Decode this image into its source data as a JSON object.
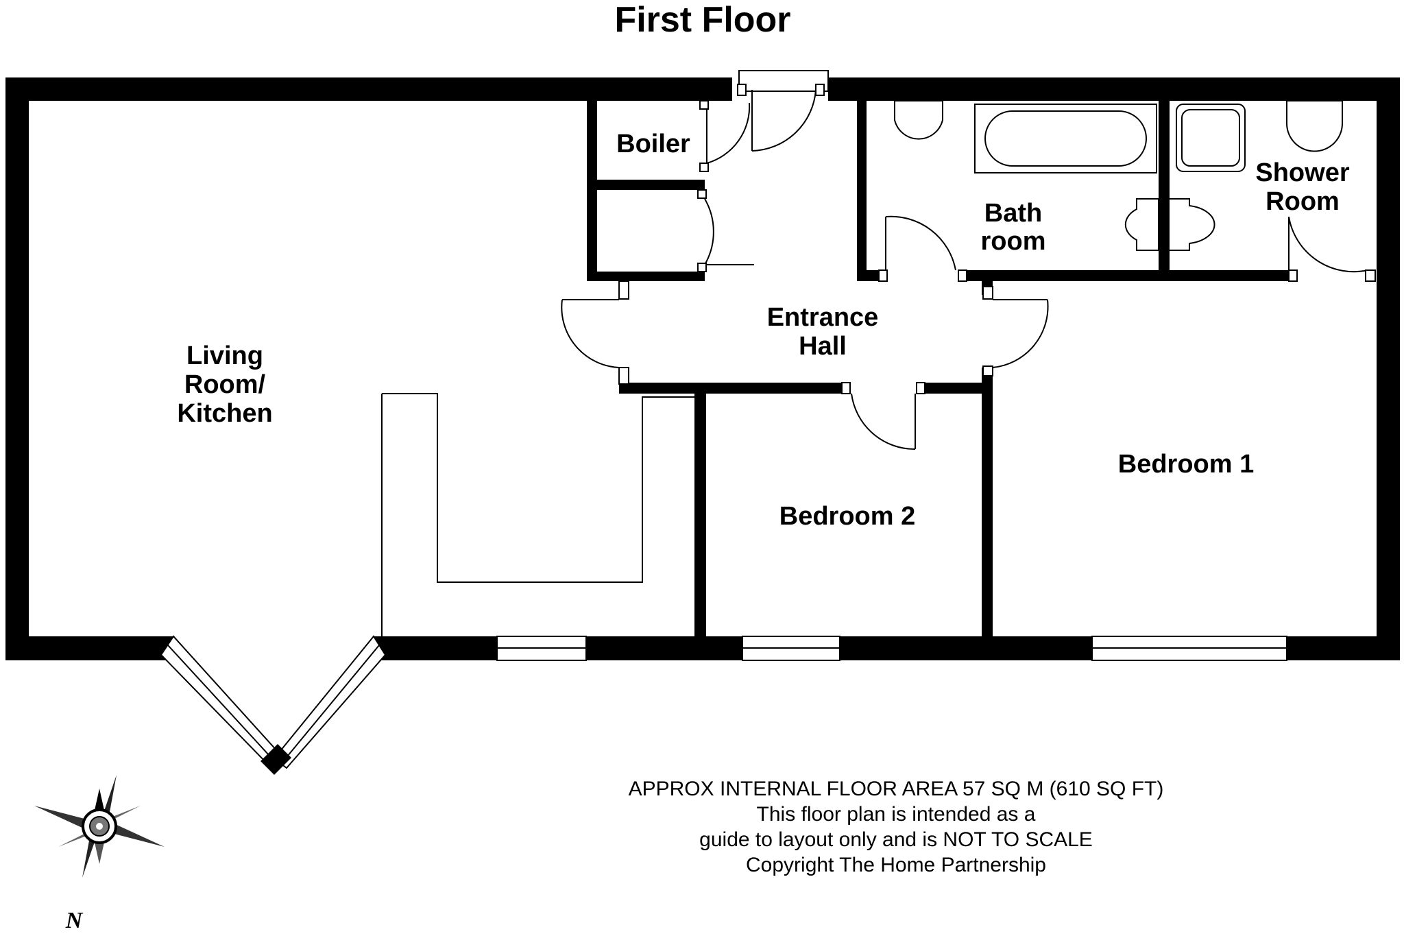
{
  "plan": {
    "title": "First Floor",
    "rooms": {
      "living": [
        "Living",
        "Room/",
        "Kitchen"
      ],
      "boiler": "Boiler",
      "bathroom": [
        "Bath",
        "room"
      ],
      "shower": [
        "Shower",
        "Room"
      ],
      "hall": [
        "Entrance",
        "Hall"
      ],
      "bedroom1": "Bedroom 1",
      "bedroom2": "Bedroom 2"
    },
    "notes": [
      "APPROX INTERNAL FLOOR AREA 57 SQ M (610 SQ FT)",
      "This floor plan is intended as a",
      "guide to layout only and is NOT TO SCALE",
      "Copyright The Home Partnership"
    ],
    "compass": {
      "label": "N"
    }
  }
}
